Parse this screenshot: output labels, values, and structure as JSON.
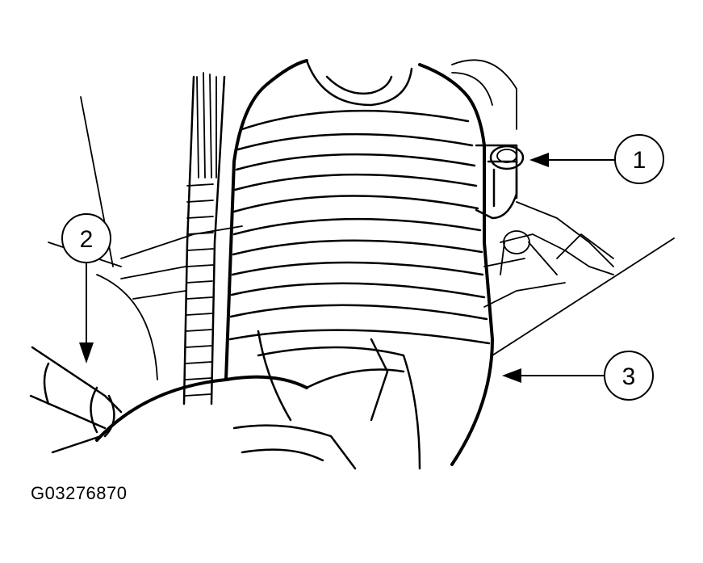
{
  "figure_id": "G03276870",
  "callouts": [
    {
      "number": "1"
    },
    {
      "number": "2"
    },
    {
      "number": "3"
    }
  ]
}
